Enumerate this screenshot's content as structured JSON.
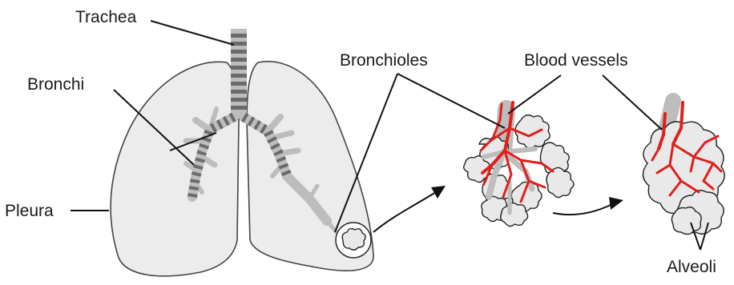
{
  "labels": {
    "trachea": "Trachea",
    "bronchi": "Bronchi",
    "pleura": "Pleura",
    "bronchioles": "Bronchioles",
    "blood_vessels": "Blood vessels",
    "alveoli": "Alveoli"
  },
  "colors": {
    "vessel": "#e0201b",
    "lung_fill": "#ececec",
    "airway": "#bdbdbd",
    "airway_ring": "#6b6b6b"
  }
}
